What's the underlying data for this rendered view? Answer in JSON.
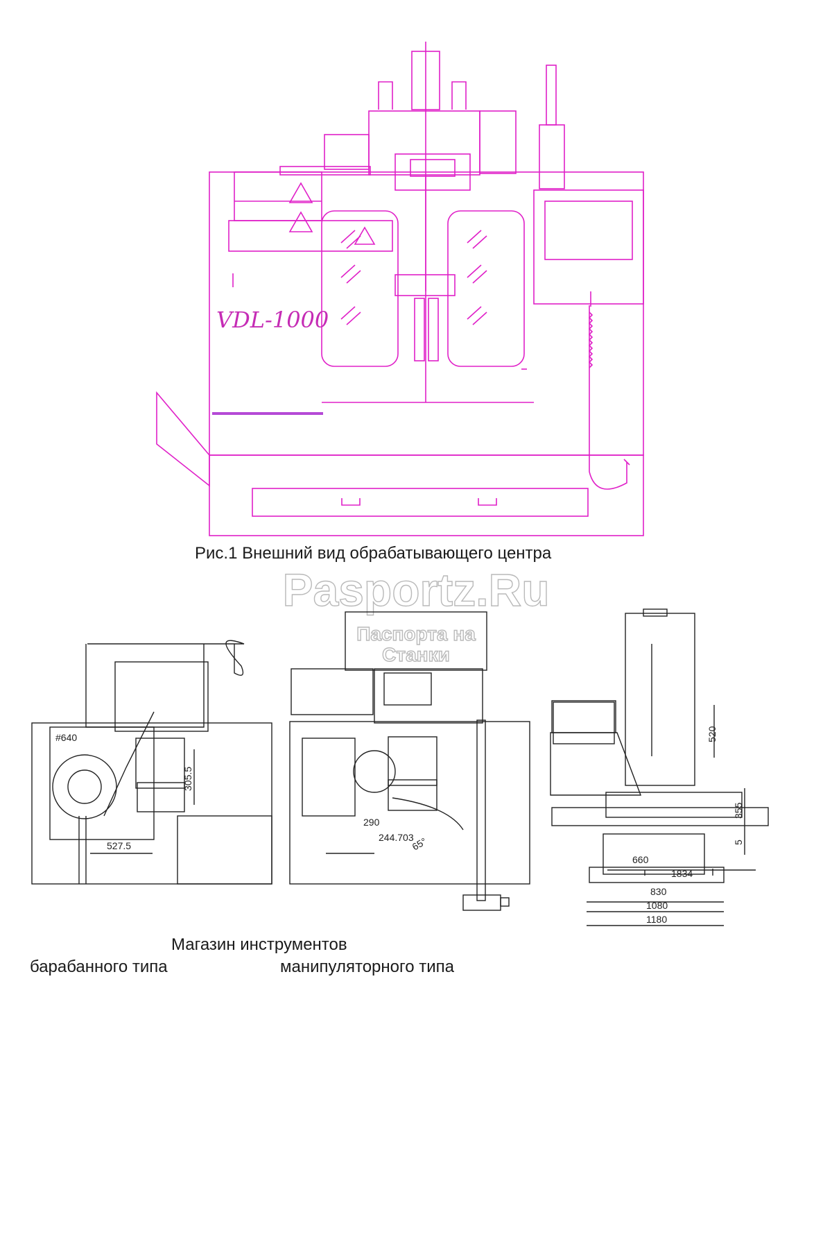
{
  "figure1": {
    "model_label": "VDL-1000",
    "caption": "Рис.1 Внешний вид обрабатывающего центра"
  },
  "watermark": {
    "title": "Pasportz.Ru",
    "subtitle_line1": "Паспорта на",
    "subtitle_line2": "Станки"
  },
  "drawings": {
    "left_dims": [
      "#640",
      "305.5",
      "527.5"
    ],
    "middle_dims": [
      "290",
      "244.703",
      "65°"
    ],
    "right_dims": [
      "520",
      "355",
      "5",
      "660",
      "1834",
      "830",
      "1080",
      "1180"
    ]
  },
  "captions": {
    "magazine_title": "Магазин инструментов",
    "drum_type": "барабанного типа",
    "manipulator_type": "манипуляторного типа"
  },
  "colors": {
    "magenta": "#e020c8",
    "line": "#222222"
  }
}
